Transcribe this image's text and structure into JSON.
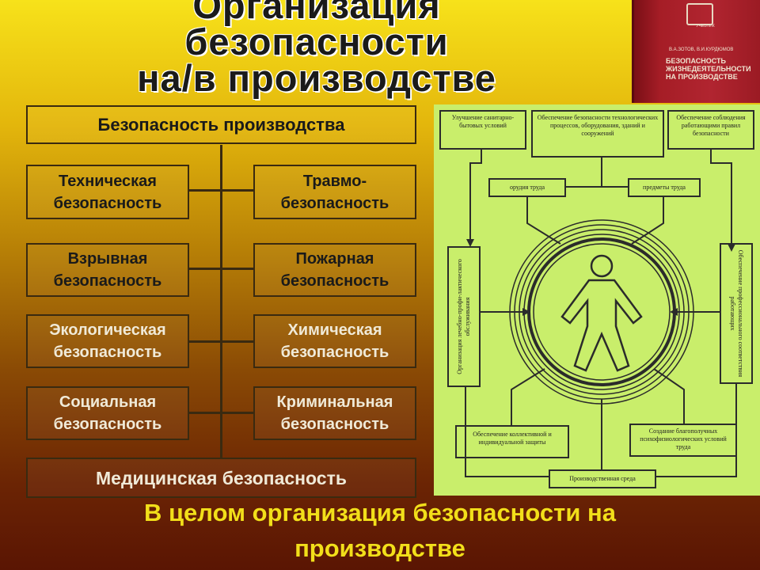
{
  "slide": {
    "title_lines": [
      "Организация",
      "безопасности",
      "на/в производстве"
    ],
    "bottom_lines": [
      "В целом организация безопасности на",
      "производстве"
    ]
  },
  "hierarchy": {
    "root": "Безопасность производства",
    "left": [
      "Техническая безопасность",
      "Взрывная безопасность",
      "Экологическая безопасность",
      "Социальная безопасность"
    ],
    "right": [
      "Травмо- безопасность",
      "Пожарная безопасность",
      "Химическая безопасность",
      "Криминальная безопасность"
    ],
    "footer": "Медицинская безопасность"
  },
  "book_cover": {
    "small_label": "УЧЕБНИК",
    "authors": "В.А.ЗОТОВ, В.И.КУРДЮМОВ",
    "title": "БЕЗОПАСНОСТЬ ЖИЗНЕДЕЯТЕЛЬНОСТИ НА ПРОИЗВОДСТВЕ"
  },
  "scheme": {
    "top_left": "Улучшение санитарно-бытовых условий",
    "top_center": "Обеспечение безопасности технологических процессов, оборудования, зданий и сооружений",
    "top_right": "Обеспечение соблюдения работающими правил безопасности",
    "tools": "орудия труда",
    "objects": "предметы труда",
    "left_vertical": "Организация лечебно-профи-лактического обслуживания",
    "right_vertical": "Обеспечение профессионального соответствия работающих",
    "bottom_left": "Обеспечение коллективной и индивидуальной защиты",
    "bottom_right": "Создание благополучных психофизиологических условий труда",
    "environment": "Производственная среда"
  },
  "colors": {
    "panel": "#c9ee6b",
    "lines": "#2b2b2b",
    "bottom_text": "#f2df1a"
  }
}
